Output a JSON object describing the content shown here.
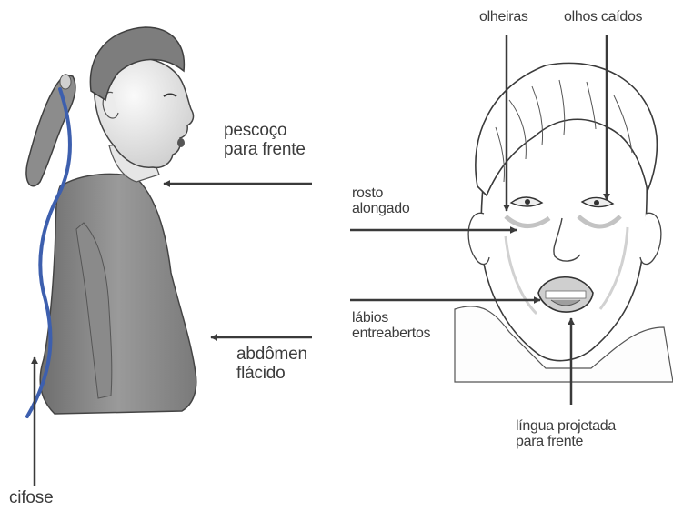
{
  "colors": {
    "spine": "#3d5fae",
    "arrow": "#3a3a3a",
    "text": "#3c3c3c"
  },
  "figures": {
    "girl_profile": {
      "labels": {
        "neck": [
          "pescoço",
          "para frente"
        ],
        "abdomen": [
          "abdômen",
          "flácido"
        ],
        "spine": "cifose"
      }
    },
    "boy_face": {
      "labels": {
        "dark_circles": "olheiras",
        "droopy_eyes": "olhos caídos",
        "long_face": [
          "rosto",
          "alongado"
        ],
        "parted_lips": [
          "lábios",
          "entreabertos"
        ],
        "tongue": [
          "língua projetada",
          "para frente"
        ]
      }
    }
  }
}
